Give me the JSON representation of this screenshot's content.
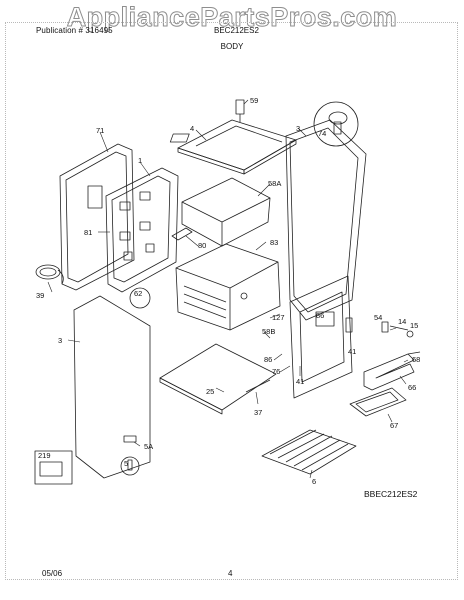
{
  "header": {
    "publication": "Publication # 316495",
    "model": "BEC212ES2",
    "section": "BODY",
    "watermark": "AppliancePartsPros.com"
  },
  "footer": {
    "date": "05/06",
    "page": "4"
  },
  "diagram_code": "BBEC212ES2",
  "part_labels": {
    "p59": "59",
    "p4": "4",
    "p3_top": "3",
    "p74": "74",
    "p71": "71",
    "p1": "1",
    "p58A": "58A",
    "p81": "81",
    "p80": "80",
    "p83": "83",
    "p39": "39",
    "p62": "62",
    "p3_left": "3",
    "p127": "127",
    "p86_door": "86",
    "p54": "54",
    "p14": "14",
    "p15": "15",
    "p58B": "58B",
    "p41_top": "41",
    "p68": "68",
    "p86": "86",
    "p76": "76",
    "p41": "41",
    "p66": "66",
    "p25": "25",
    "p37": "37",
    "p67": "67",
    "p5A": "5A",
    "p219": "219",
    "p5": "5",
    "p6": "6"
  }
}
